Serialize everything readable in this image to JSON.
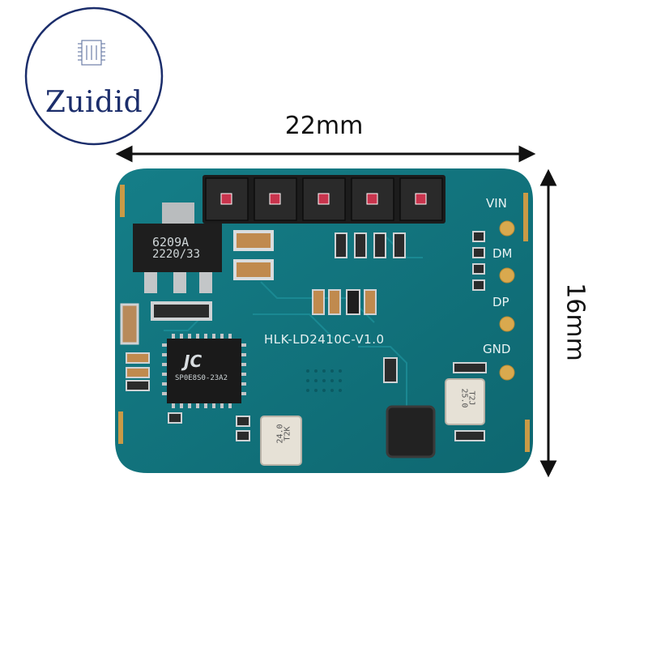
{
  "logo": {
    "text": "Zuidid",
    "ring_color": "#1b2d6b"
  },
  "dimensions": {
    "width_label": "22mm",
    "height_label": "16mm"
  },
  "board": {
    "model_label": "HLK-LD2410C-V1.0",
    "color": "#11737d",
    "pin_labels": {
      "vin": "VIN",
      "dm": "DM",
      "dp": "DP",
      "gnd": "GND"
    },
    "regulator": {
      "line1": "6209A",
      "line2": "2220/33"
    },
    "mcu": {
      "logo": "JC",
      "marking": "SP0E8S0-23A2"
    },
    "crystal_a": {
      "line1": "25.0",
      "line2": "T2J"
    },
    "crystal_b": {
      "line1": "24.0",
      "line2": "T2K"
    }
  }
}
